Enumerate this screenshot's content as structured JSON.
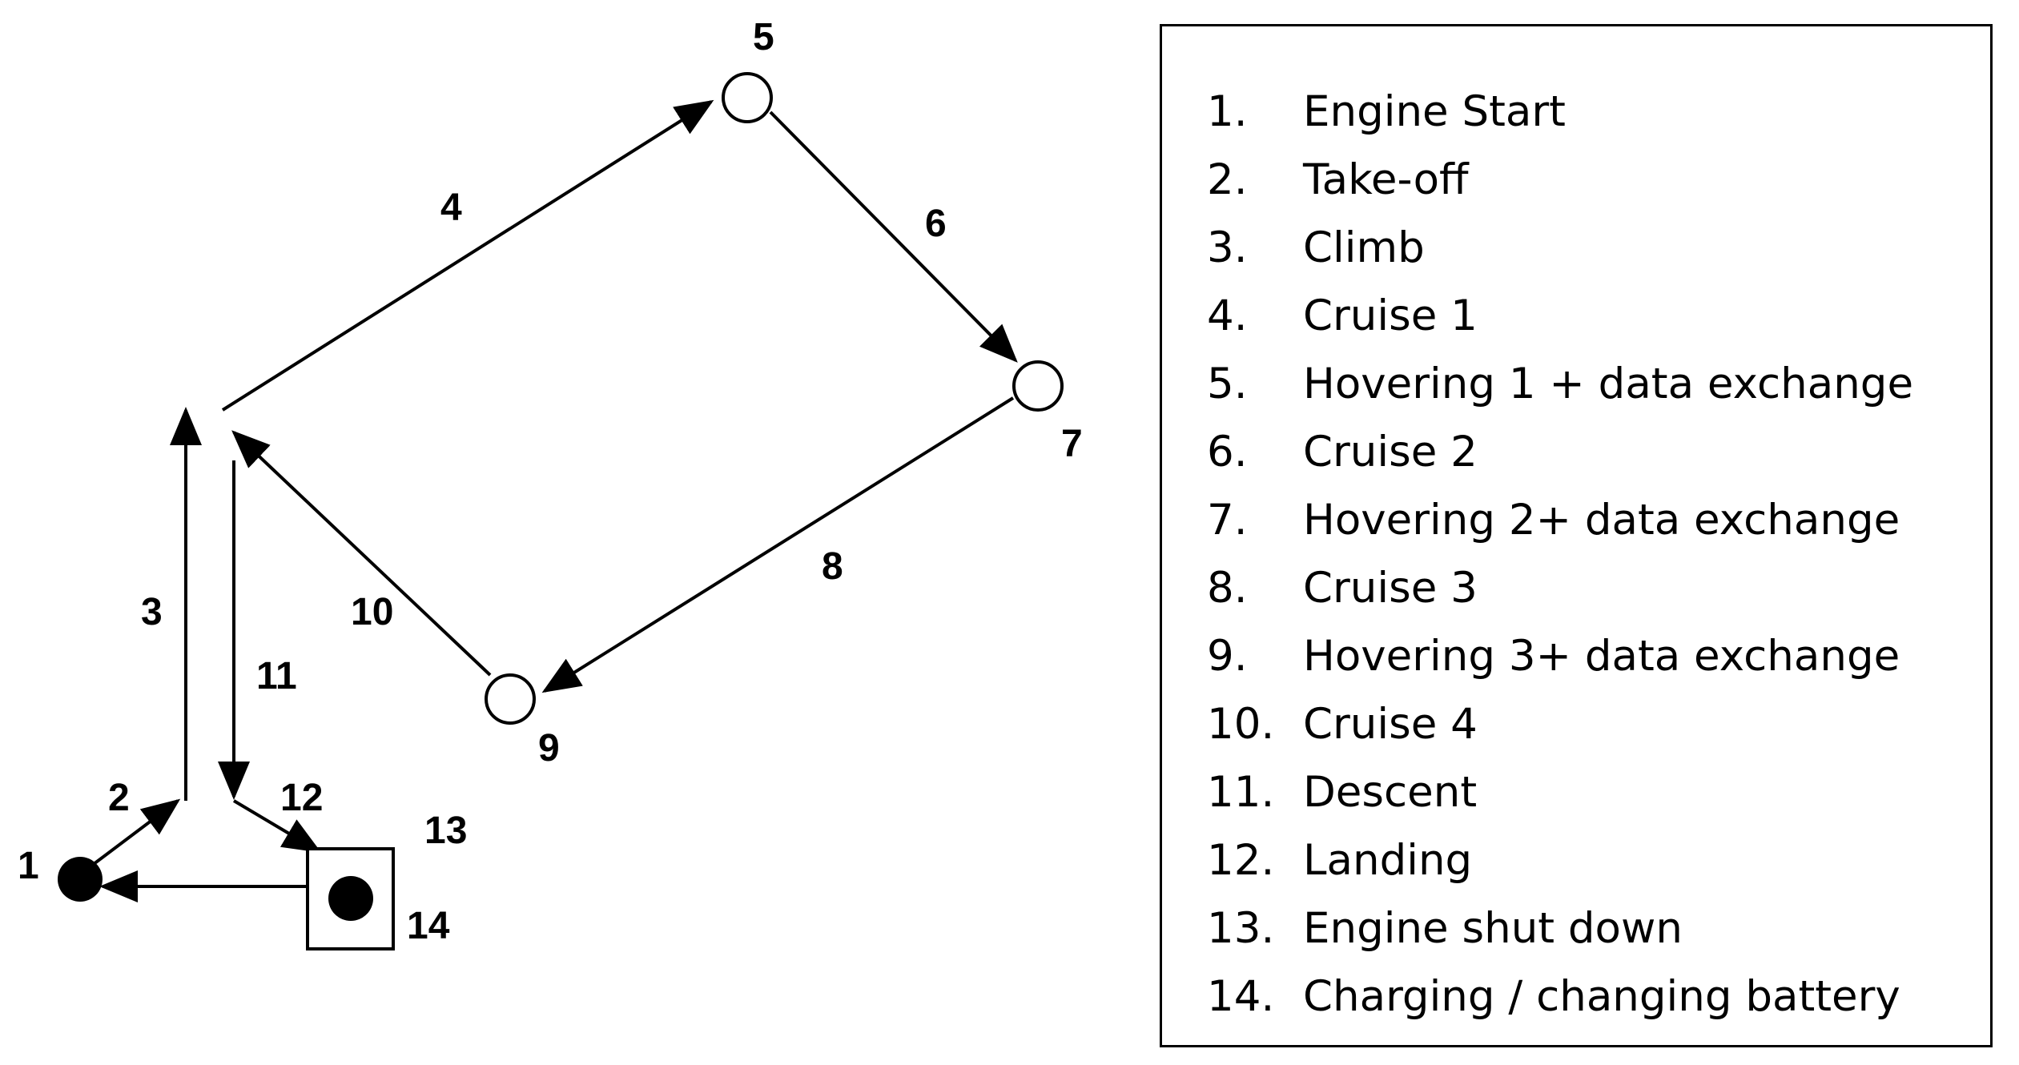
{
  "diagram": {
    "nodes": [
      {
        "id": "1",
        "label": "1",
        "kind": "filled-circle"
      },
      {
        "id": "5",
        "label": "5",
        "kind": "open-circle"
      },
      {
        "id": "7",
        "label": "7",
        "kind": "open-circle"
      },
      {
        "id": "9",
        "label": "9",
        "kind": "open-circle"
      },
      {
        "id": "14",
        "label": "14",
        "kind": "boxed-filled-circle"
      }
    ],
    "edges": [
      {
        "label": "2",
        "from": "1",
        "to": "climb-base"
      },
      {
        "label": "3",
        "from": "climb-base",
        "to": "top"
      },
      {
        "label": "4",
        "from": "top",
        "to": "5"
      },
      {
        "label": "6",
        "from": "5",
        "to": "7"
      },
      {
        "label": "8",
        "from": "7",
        "to": "9"
      },
      {
        "label": "10",
        "from": "9",
        "to": "top"
      },
      {
        "label": "11",
        "from": "top",
        "to": "descent-base"
      },
      {
        "label": "12",
        "from": "descent-base",
        "to": "14"
      },
      {
        "label": "",
        "from": "14",
        "to": "1"
      }
    ],
    "extra_labels": [
      "13"
    ]
  },
  "legend": [
    {
      "num": "1.",
      "label": "Engine Start"
    },
    {
      "num": "2.",
      "label": "Take-off"
    },
    {
      "num": "3.",
      "label": "Climb"
    },
    {
      "num": "4.",
      "label": "Cruise 1"
    },
    {
      "num": "5.",
      "label": "Hovering 1 + data exchange"
    },
    {
      "num": "6.",
      "label": "Cruise 2"
    },
    {
      "num": "7.",
      "label": "Hovering 2+ data exchange"
    },
    {
      "num": "8.",
      "label": "Cruise 3"
    },
    {
      "num": "9.",
      "label": "Hovering 3+ data exchange"
    },
    {
      "num": "10.",
      "label": "Cruise 4"
    },
    {
      "num": "11.",
      "label": "Descent"
    },
    {
      "num": "12.",
      "label": "Landing"
    },
    {
      "num": "13.",
      "label": "Engine shut down"
    },
    {
      "num": "14.",
      "label": "Charging / changing battery"
    }
  ]
}
